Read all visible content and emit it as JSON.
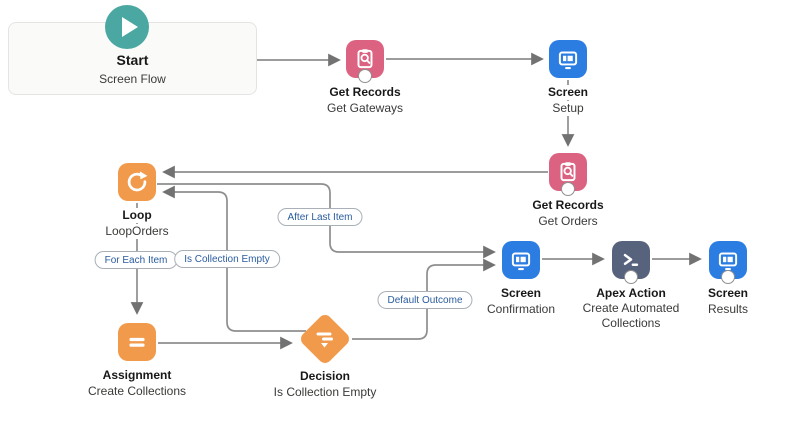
{
  "app": "flow-builder-canvas",
  "start": {
    "title": "Start",
    "subtitle": "Screen Flow"
  },
  "nodes": {
    "get_gateways": {
      "title": "Get Records",
      "subtitle": "Get Gateways"
    },
    "screen_setup": {
      "title": "Screen",
      "subtitle": "Setup"
    },
    "get_orders": {
      "title": "Get Records",
      "subtitle": "Get Orders"
    },
    "loop": {
      "title": "Loop",
      "subtitle": "LoopOrders"
    },
    "assignment": {
      "title": "Assignment",
      "subtitle": "Create Collections"
    },
    "decision": {
      "title": "Decision",
      "subtitle": "Is Collection Empty"
    },
    "screen_confirmation": {
      "title": "Screen",
      "subtitle": "Confirmation"
    },
    "apex_action": {
      "title": "Apex Action",
      "subtitle": "Create Automated Collections"
    },
    "screen_results": {
      "title": "Screen",
      "subtitle": "Results"
    }
  },
  "connector_labels": {
    "after_last_item": "After Last Item",
    "for_each_item": "For Each Item",
    "is_collection_empty": "Is Collection Empty",
    "default_outcome": "Default Outcome"
  },
  "icons": {
    "start": "play-icon",
    "get_records": "clipboard-search-icon",
    "screen": "monitor-icon",
    "loop": "refresh-arrow-icon",
    "assignment": "equals-icon",
    "decision": "signpost-icon",
    "apex_action": "terminal-prompt-icon"
  },
  "colors": {
    "start_teal": "#4ba7a2",
    "data_pink": "#db6280",
    "screen_blue": "#2b7de1",
    "logic_orange": "#f19a4b",
    "apex_slate": "#57627d",
    "connector_gray": "#8e8e8e",
    "arrowhead_gray": "#727272",
    "pill_text_blue": "#2a5c9f",
    "title_text": "#181818"
  }
}
